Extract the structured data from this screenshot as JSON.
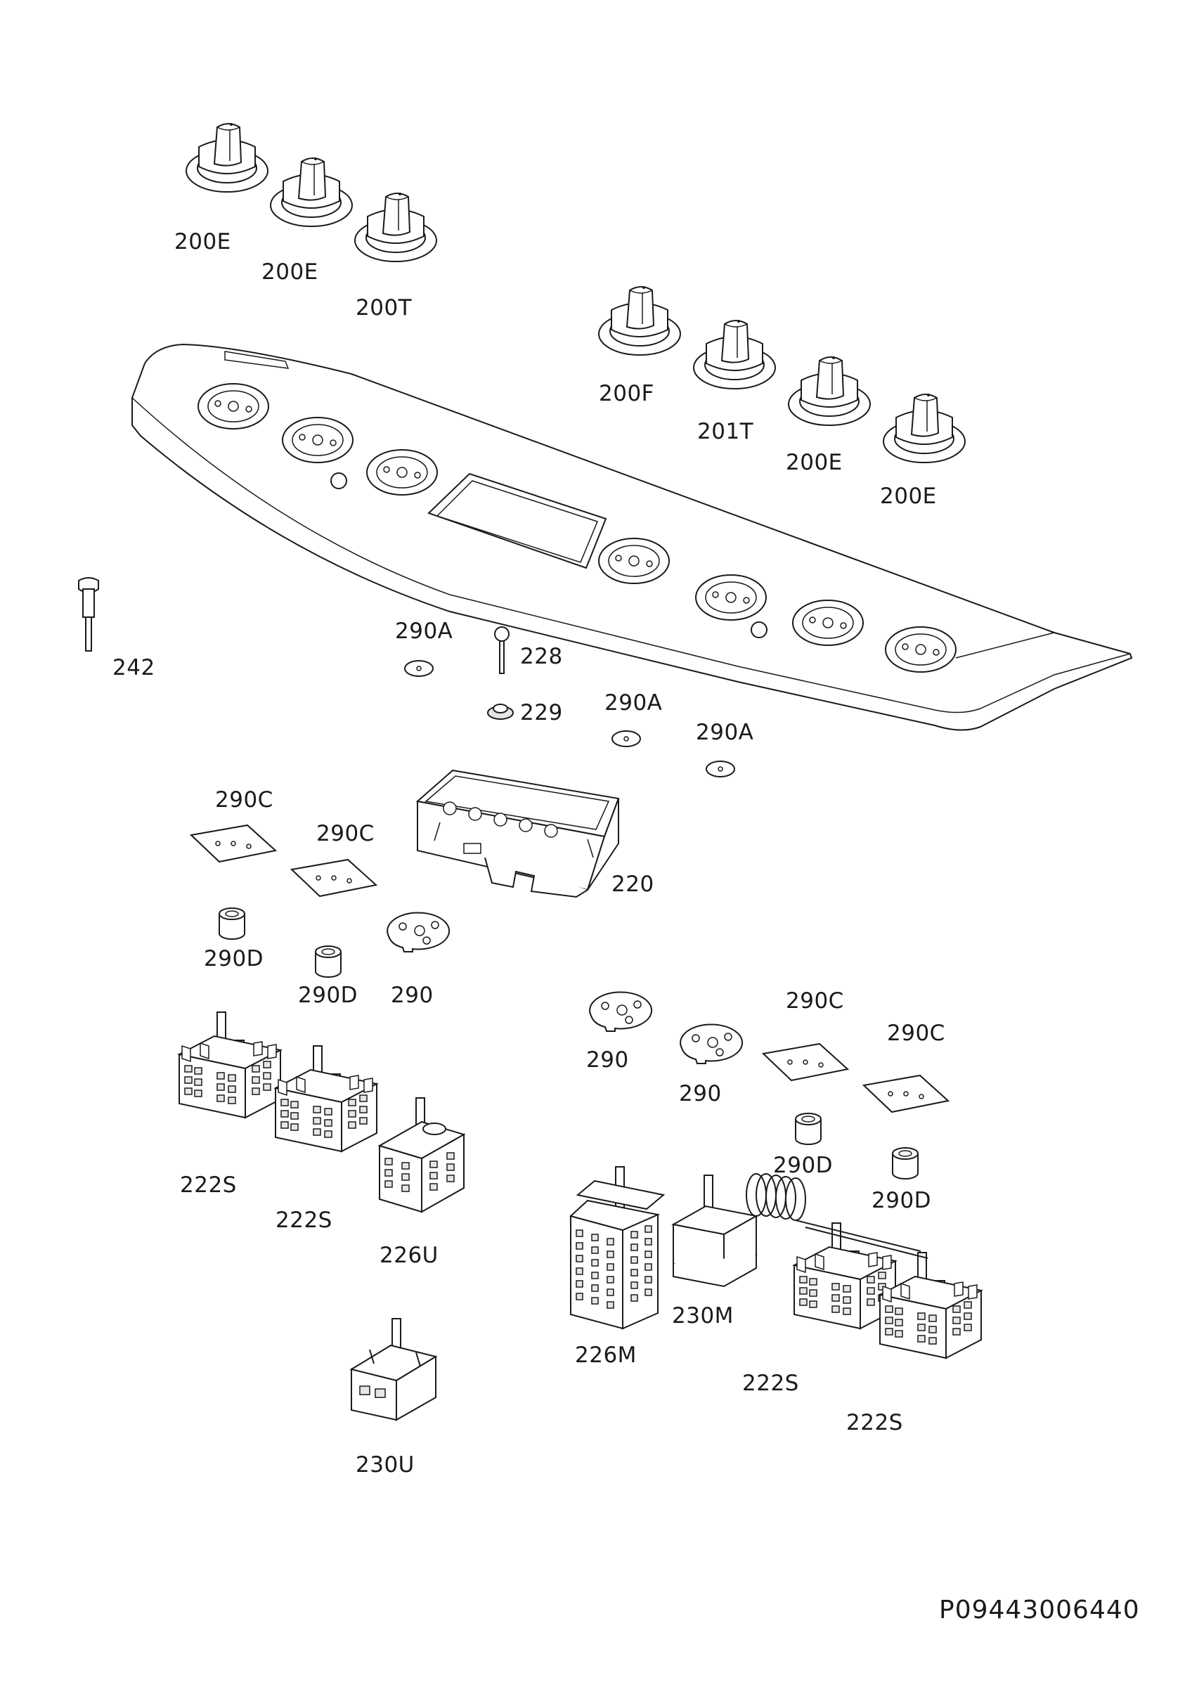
{
  "labels": {
    "knob_200E_a": "200E",
    "knob_200E_b": "200E",
    "knob_200T": "200T",
    "knob_200F": "200F",
    "knob_201T": "201T",
    "knob_200E_c": "200E",
    "knob_200E_d": "200E",
    "lamp_242": "242",
    "washer_290A_a": "290A",
    "pin_228": "228",
    "grommet_229": "229",
    "washer_290A_b": "290A",
    "washer_290A_c": "290A",
    "plate_290C_a": "290C",
    "plate_290C_b": "290C",
    "timer_220": "220",
    "spacer_290D_a": "290D",
    "spacer_290D_b": "290D",
    "disc_290_a": "290",
    "disc_290_b": "290",
    "disc_290_c": "290",
    "plate_290C_c": "290C",
    "plate_290C_d": "290C",
    "spacer_290D_c": "290D",
    "spacer_290D_d": "290D",
    "switch_222S_a": "222S",
    "switch_222S_b": "222S",
    "switch_226U": "226U",
    "switch_226M": "226M",
    "thermostat_230M": "230M",
    "switch_222S_c": "222S",
    "switch_222S_d": "222S",
    "thermostat_230U": "230U"
  },
  "document_id": "P09443006440",
  "colors": {
    "line": "#1a1a1a",
    "fill": "#ffffff",
    "shade": "#e6e6e6"
  }
}
